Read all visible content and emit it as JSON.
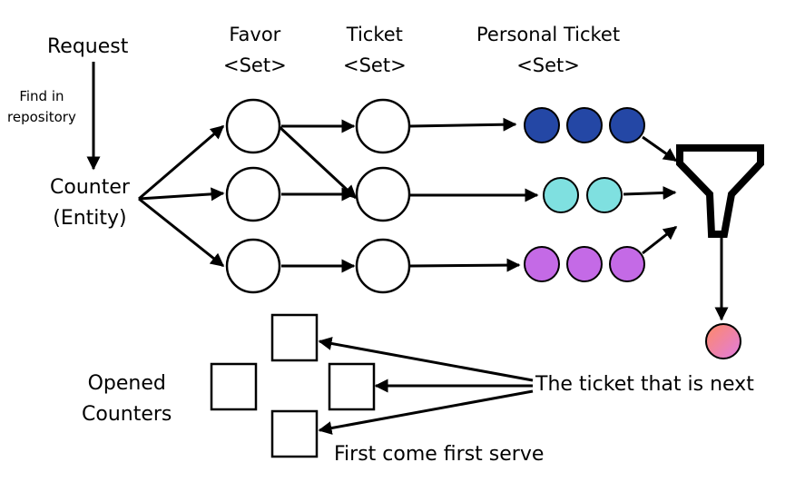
{
  "labels": {
    "request": "Request",
    "find_in_repository_1": "Find in",
    "find_in_repository_2": "repository",
    "counter_1": "Counter",
    "counter_2": "(Entity)",
    "favor_1": "Favor",
    "favor_2": "<Set>",
    "ticket_1": "Ticket",
    "ticket_2": "<Set>",
    "personal_ticket_1": "Personal Ticket",
    "personal_ticket_2": "<Set>",
    "opened_counters_1": "Opened",
    "opened_counters_2": "Counters",
    "next_ticket": "The ticket that is next",
    "fcfs": "First come first serve"
  },
  "colors": {
    "ticket_row_1": "#2447a5",
    "ticket_row_2": "#7fe0e0",
    "ticket_row_3": "#c46ae6",
    "output_gradient_start": "#ff8a66",
    "output_gradient_end": "#e07ce0",
    "stroke": "#000000"
  },
  "icons": {
    "filter": "funnel-icon"
  }
}
